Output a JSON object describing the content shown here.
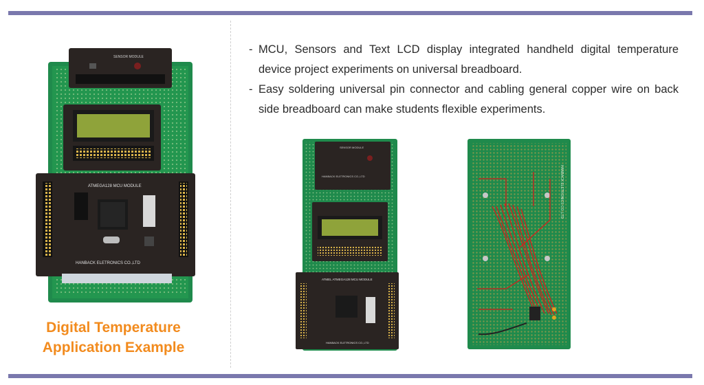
{
  "caption": {
    "line1": "Digital Temperature",
    "line2": "Application Example"
  },
  "bullets": [
    {
      "marker": "-",
      "text": "MCU, Sensors and Text LCD display integrated handheld digital temperature device project experiments on universal breadboard."
    },
    {
      "marker": "-",
      "text": "Easy soldering universal pin connector and cabling general copper wire on back side breadboard can make students flexible experiments."
    }
  ],
  "photos": {
    "main": {
      "module_label_1": "SENSOR MODULE",
      "module_label_2": "ATMEGA128 MCU MODULE",
      "brand": "HANBACK ELETRONICS CO.,LTD"
    },
    "front": {
      "module_label_1": "SENSOR MODULE",
      "module_label_2": "ATMEL ATMEGA128 MCU MODULE",
      "brand": "HANBACK ELETRONICS CO.,LTD"
    },
    "back": {
      "brand": "HANBACK ELETRONICS CO.,LTD"
    }
  },
  "colors": {
    "bar": "#7a78ad",
    "caption": "#f28b1e",
    "pcb_green": "#1f8a4c",
    "module_dark": "#2a2422",
    "lcd": "#8fa33a",
    "wire": "#d81b1b"
  }
}
